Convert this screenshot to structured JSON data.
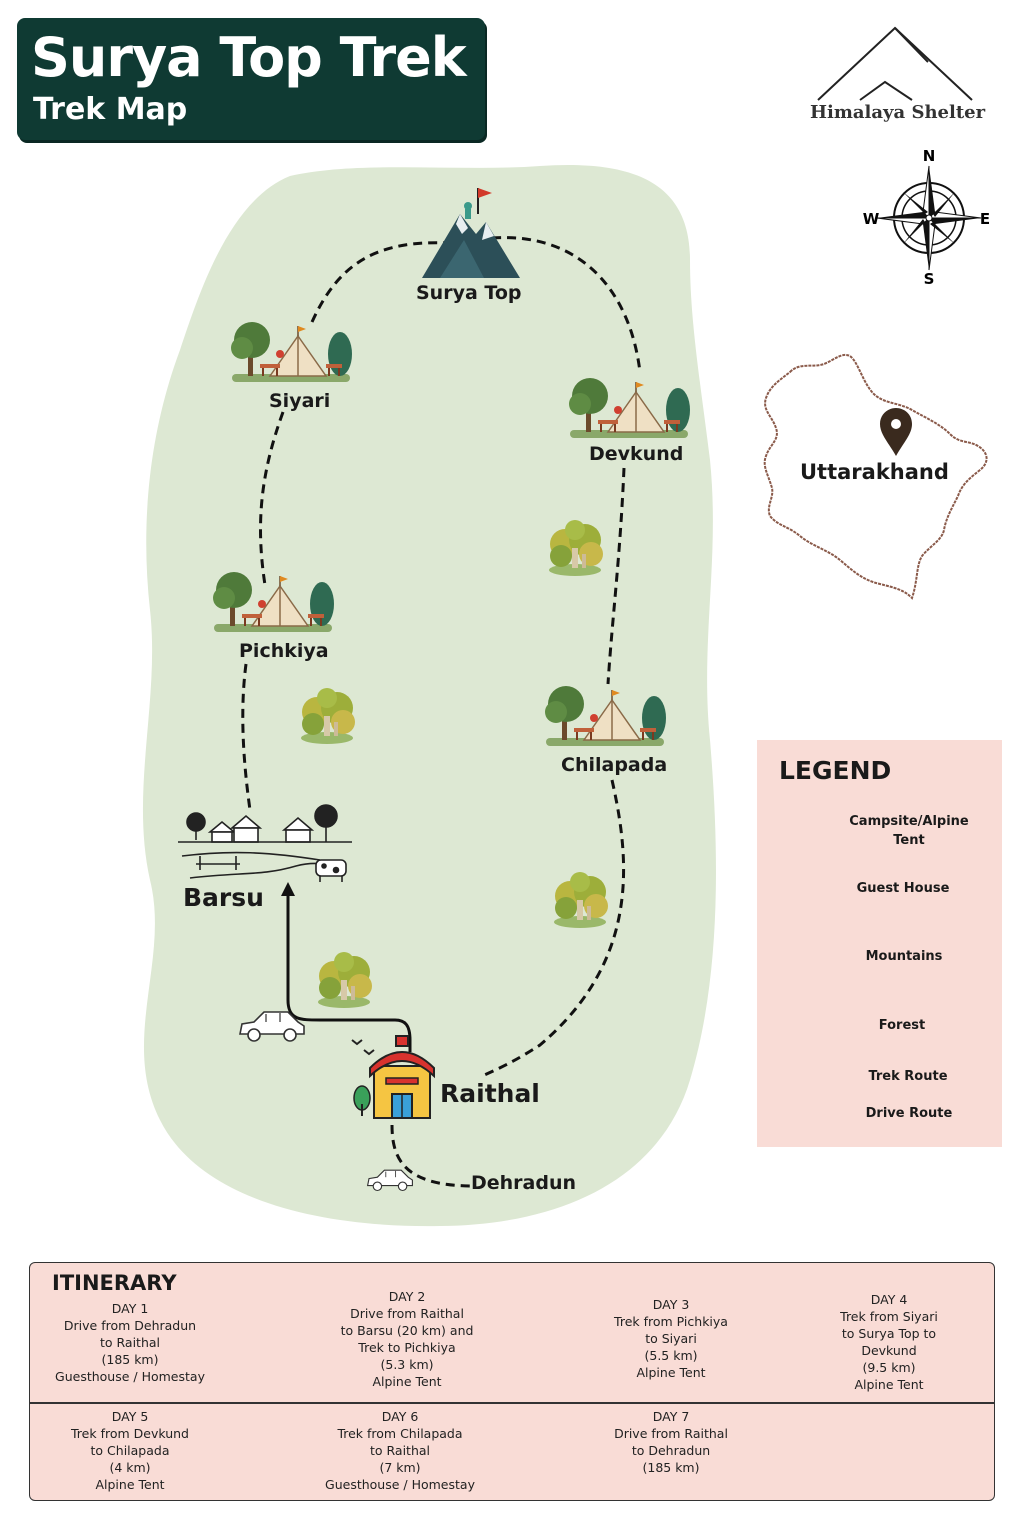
{
  "header": {
    "title": "Surya Top Trek",
    "subtitle": "Trek Map"
  },
  "brand": {
    "name": "Himalaya Shelter"
  },
  "compass": {
    "n": "N",
    "s": "S",
    "e": "E",
    "w": "W"
  },
  "state_inset": {
    "label": "Uttarakhand"
  },
  "places": {
    "surya_top": "Surya Top",
    "siyari": "Siyari",
    "devkund": "Devkund",
    "pichkiya": "Pichkiya",
    "chilapada": "Chilapada",
    "barsu": "Barsu",
    "raithal": "Raithal",
    "dehradun": "Dehradun"
  },
  "legend": {
    "title": "LEGEND",
    "items": [
      {
        "icon": "campsite-icon",
        "label": "Campsite/Alpine Tent"
      },
      {
        "icon": "guest-house-icon",
        "label": "Guest House"
      },
      {
        "icon": "mountain-icon",
        "label": "Mountains"
      },
      {
        "icon": "forest-icon",
        "label": "Forest"
      },
      {
        "icon": "dashed-line-icon",
        "label": "Trek Route"
      },
      {
        "icon": "solid-line-icon",
        "label": "Drive Route"
      }
    ]
  },
  "colors": {
    "header_bg": "#0f3a33",
    "map_bg": "#dde8d3",
    "panel_bg": "#f9dcd6",
    "state_outline": "#8a5a4a"
  },
  "itinerary": {
    "title": "ITINERARY",
    "days": [
      {
        "day": "DAY 1",
        "lines": [
          "Drive from Dehradun",
          "to Raithal",
          "(185 km)",
          "Guesthouse / Homestay"
        ]
      },
      {
        "day": "DAY 2",
        "lines": [
          "Drive from Raithal",
          "to Barsu (20 km) and",
          "Trek to Pichkiya",
          "(5.3 km)",
          "Alpine Tent"
        ]
      },
      {
        "day": "DAY 3",
        "lines": [
          "Trek from Pichkiya",
          "to Siyari",
          "(5.5 km)",
          "Alpine Tent"
        ]
      },
      {
        "day": "DAY 4",
        "lines": [
          "Trek from Siyari",
          "to Surya Top to",
          "Devkund",
          "(9.5 km)",
          "Alpine Tent"
        ]
      },
      {
        "day": "DAY 5",
        "lines": [
          "Trek from Devkund",
          "to Chilapada",
          "(4 km)",
          "Alpine Tent"
        ]
      },
      {
        "day": "DAY 6",
        "lines": [
          "Trek from Chilapada",
          "to Raithal",
          "(7 km)",
          "Guesthouse / Homestay"
        ]
      },
      {
        "day": "DAY 7",
        "lines": [
          "Drive from Raithal",
          "to Dehradun",
          "(185 km)"
        ]
      }
    ]
  }
}
